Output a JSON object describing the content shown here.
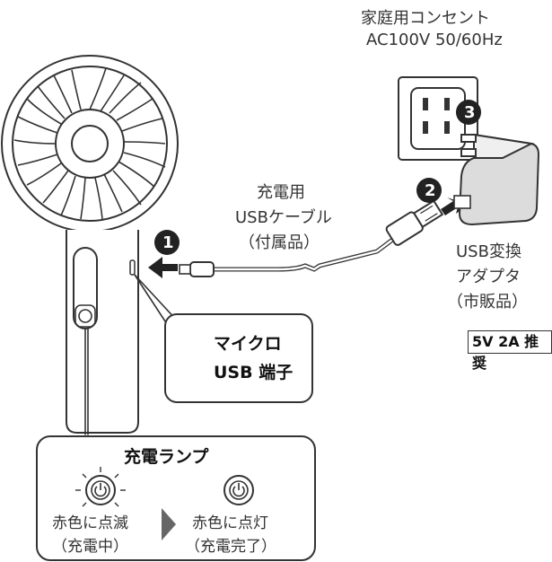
{
  "outlet": {
    "line1": "家庭用コンセント",
    "line2": "AC100V 50/60Hz"
  },
  "cable": {
    "line1": "充電用",
    "line2": "USBケーブル",
    "line3": "（付属品）"
  },
  "adapter": {
    "line1": "USB変換",
    "line2": "アダプタ",
    "line3": "（市販品）"
  },
  "recommend": "5V 2A 推奨",
  "port": {
    "line1": "マイクロ",
    "line2": "USB 端子"
  },
  "lamp": {
    "title": "充電ランプ",
    "state1_line1": "赤色に点滅",
    "state1_line2": "（充電中）",
    "state2_line1": "赤色に点灯",
    "state2_line2": "（充電完了）"
  },
  "steps": [
    "1",
    "2",
    "3"
  ],
  "colors": {
    "line": "#333333",
    "fill": "#ffffff",
    "gray": "#6b6b6b",
    "adapter": "#e3e3e3"
  }
}
